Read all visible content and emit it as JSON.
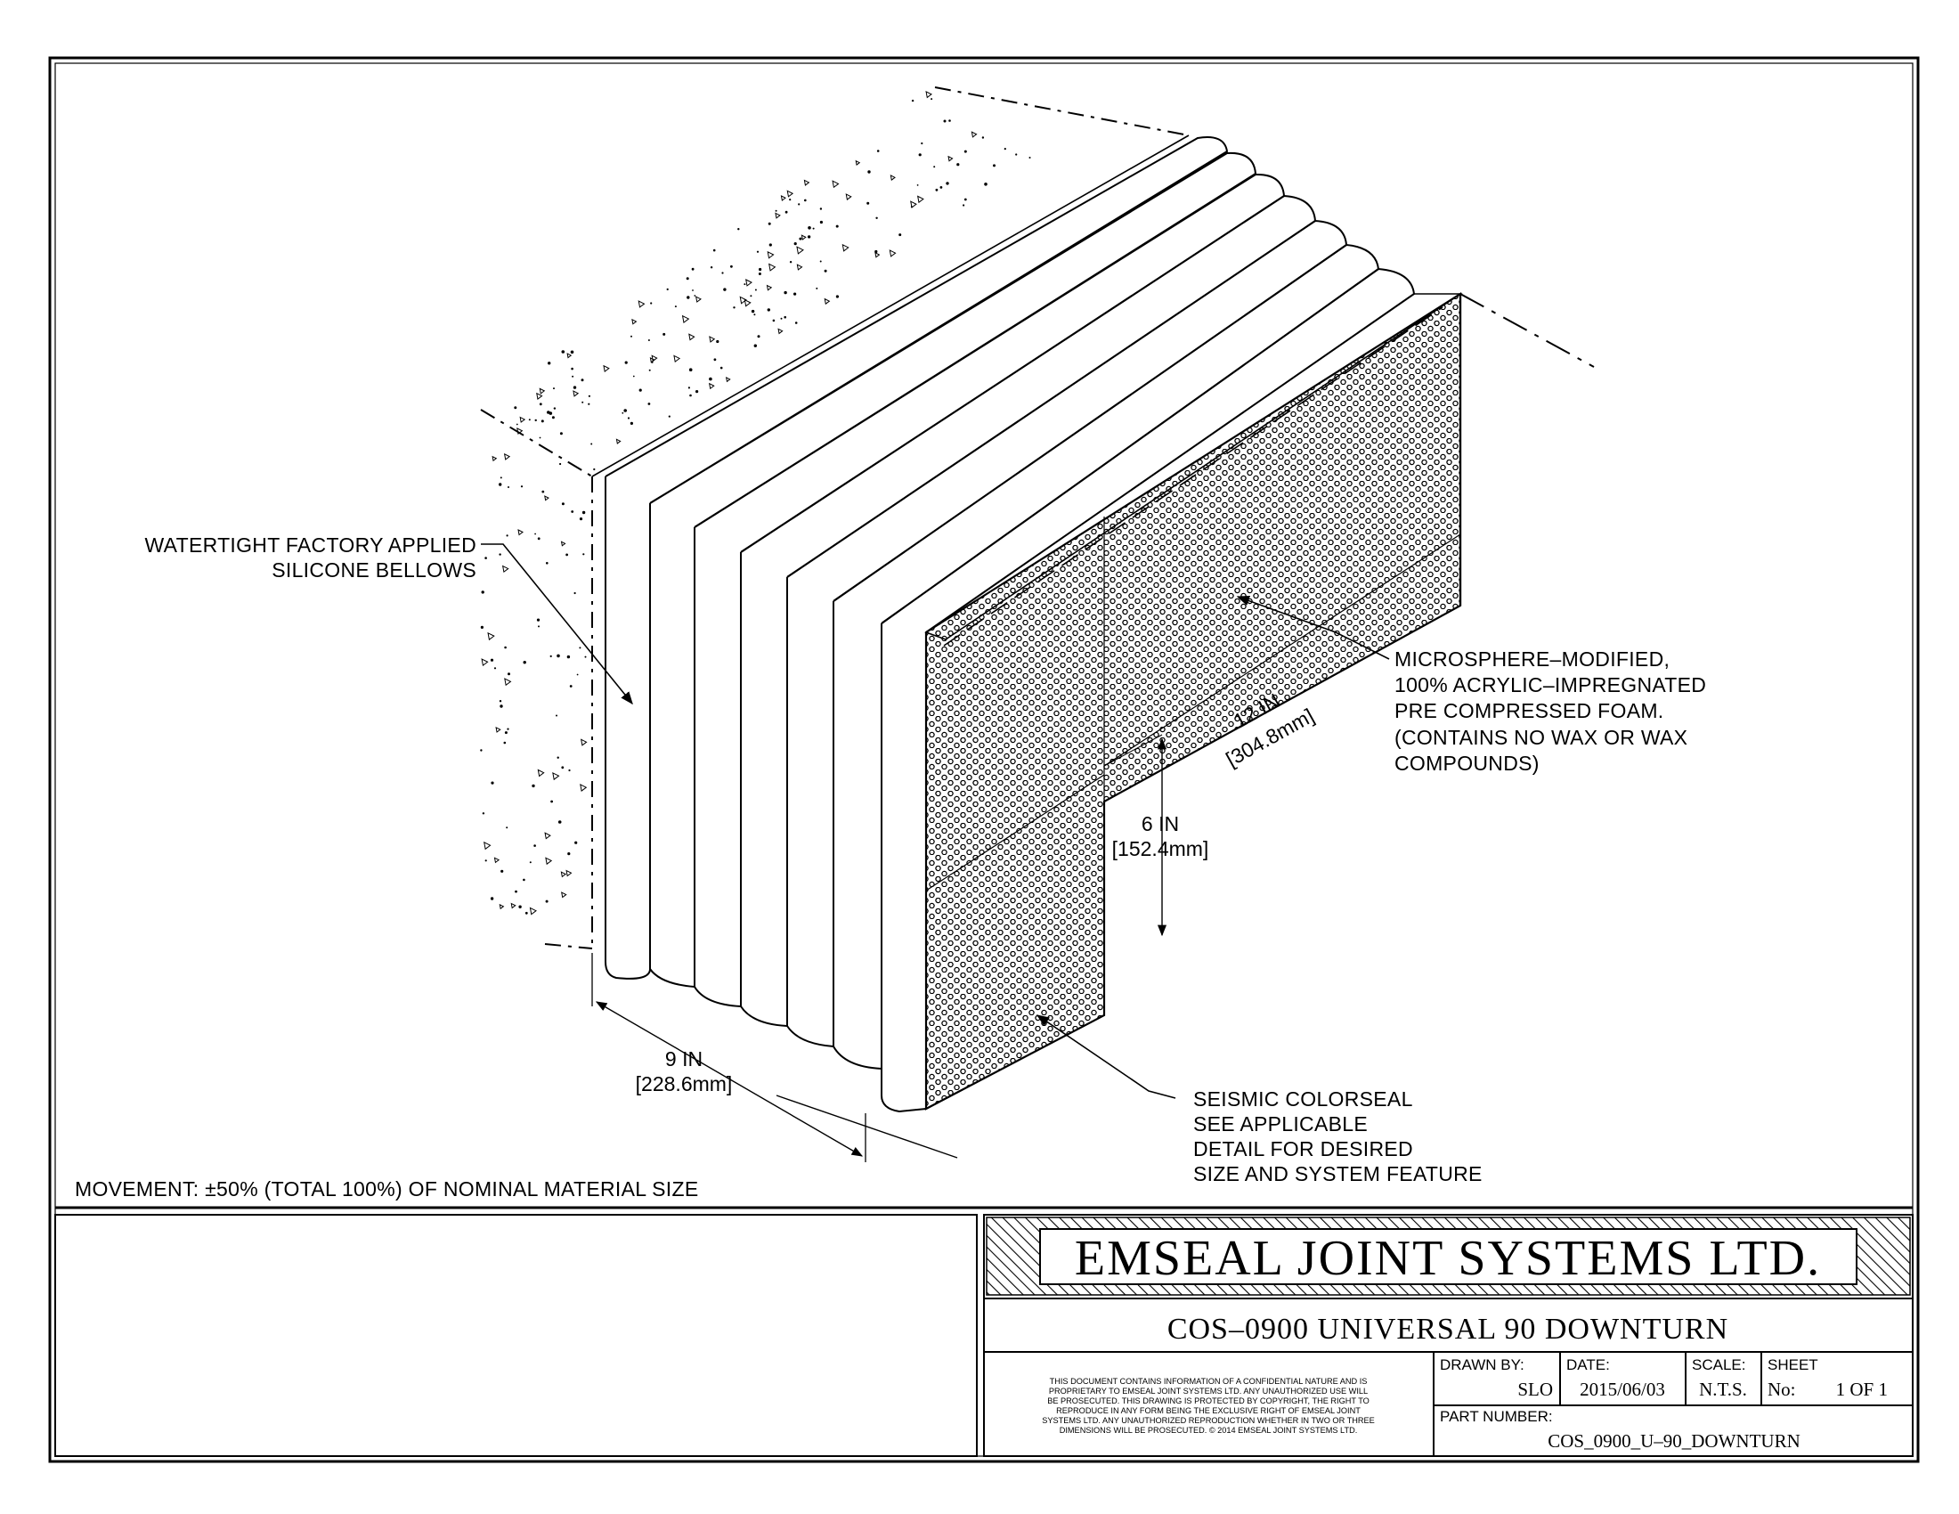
{
  "annotations": {
    "bellows_line1": "WATERTIGHT FACTORY APPLIED",
    "bellows_line2": "SILICONE BELLOWS",
    "foam_lines": [
      "MICROSPHERE–MODIFIED,",
      "100% ACRYLIC–IMPREGNATED",
      "PRE COMPRESSED FOAM.",
      "(CONTAINS NO WAX OR WAX",
      "COMPOUNDS)"
    ],
    "colorseal_lines": [
      "SEISMIC COLORSEAL",
      "SEE APPLICABLE",
      "DETAIL FOR DESIRED",
      "SIZE AND SYSTEM FEATURE"
    ],
    "movement": "MOVEMENT: ±50% (TOTAL 100%) OF NOMINAL MATERIAL SIZE"
  },
  "dimensions": {
    "width_in": "9 IN",
    "width_mm": "[228.6mm]",
    "depth_in": "12 IN",
    "depth_mm": "[304.8mm]",
    "height_in": "6 IN",
    "height_mm": "[152.4mm]"
  },
  "title_block": {
    "company": "EMSEAL JOINT SYSTEMS LTD.",
    "title": "COS–0900 UNIVERSAL 90 DOWNTURN",
    "disclaimer_lines": [
      "THIS DOCUMENT CONTAINS INFORMATION OF A CONFIDENTIAL NATURE AND IS",
      "PROPRIETARY TO EMSEAL JOINT SYSTEMS LTD. ANY UNAUTHORIZED USE WILL",
      "BE PROSECUTED. THIS DRAWING IS PROTECTED BY COPYRIGHT, THE RIGHT TO",
      "REPRODUCE IN ANY FORM BEING THE EXCLUSIVE RIGHT OF EMSEAL JOINT",
      "SYSTEMS LTD. ANY UNAUTHORIZED REPRODUCTION WHETHER IN TWO OR THREE",
      "DIMENSIONS WILL BE PROSECUTED. © 2014 EMSEAL JOINT SYSTEMS LTD."
    ],
    "drawn_by_label": "DRAWN BY:",
    "drawn_by": "SLO",
    "date_label": "DATE:",
    "date": "2015/06/03",
    "scale_label": "SCALE:",
    "scale": "N.T.S.",
    "sheet_label": "SHEET",
    "sheet_no_label": "No:",
    "sheet_value": "1 OF 1",
    "part_number_label": "PART NUMBER:",
    "part_number": "COS_0900_U–90_DOWNTURN"
  }
}
